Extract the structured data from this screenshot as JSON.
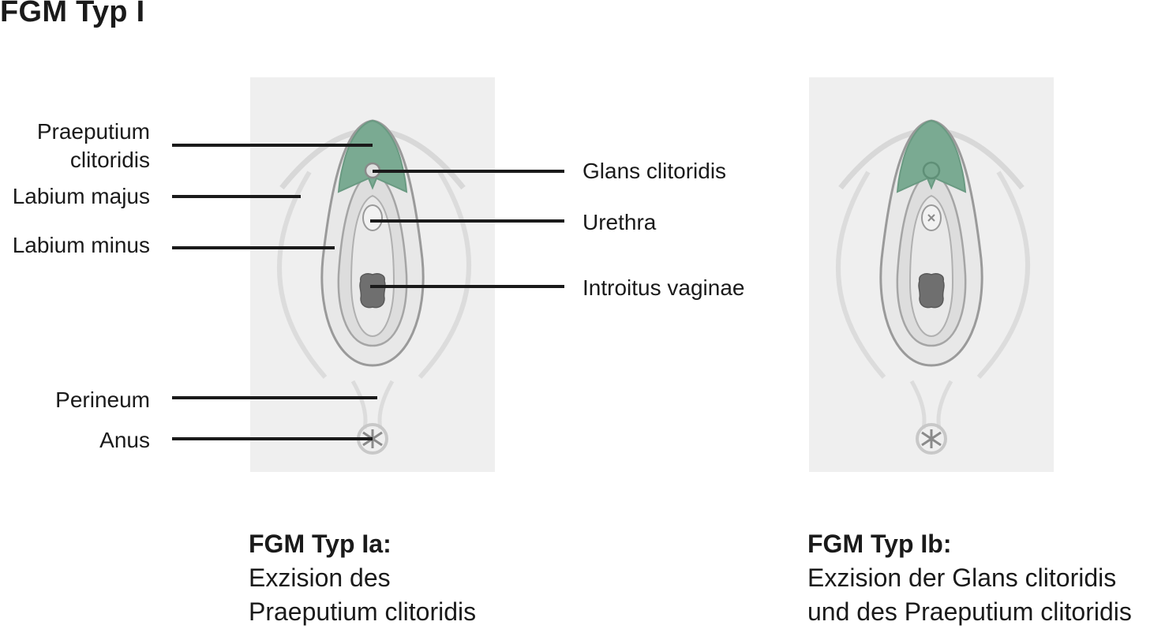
{
  "title": "FGM Typ I",
  "labels_left": {
    "praeputium": "Praeputium\nclitoridis",
    "labium_majus": "Labium majus",
    "labium_minus": "Labium minus",
    "perineum": "Perineum",
    "anus": "Anus"
  },
  "labels_right": {
    "glans": "Glans clitoridis",
    "urethra": "Urethra",
    "introitus": "Introitus vaginae"
  },
  "captions": {
    "a": {
      "head": "FGM Typ Ia:",
      "body": "Exzision des\nPraeputium clitoridis"
    },
    "b": {
      "head": "FGM Typ Ib:",
      "body": "Exzision der Glans clitoridis\nund des Praeputium clitoridis"
    }
  },
  "colors": {
    "highlight": "#7aaa92",
    "outline": "#9a9a9a",
    "panel": "#efefef"
  }
}
